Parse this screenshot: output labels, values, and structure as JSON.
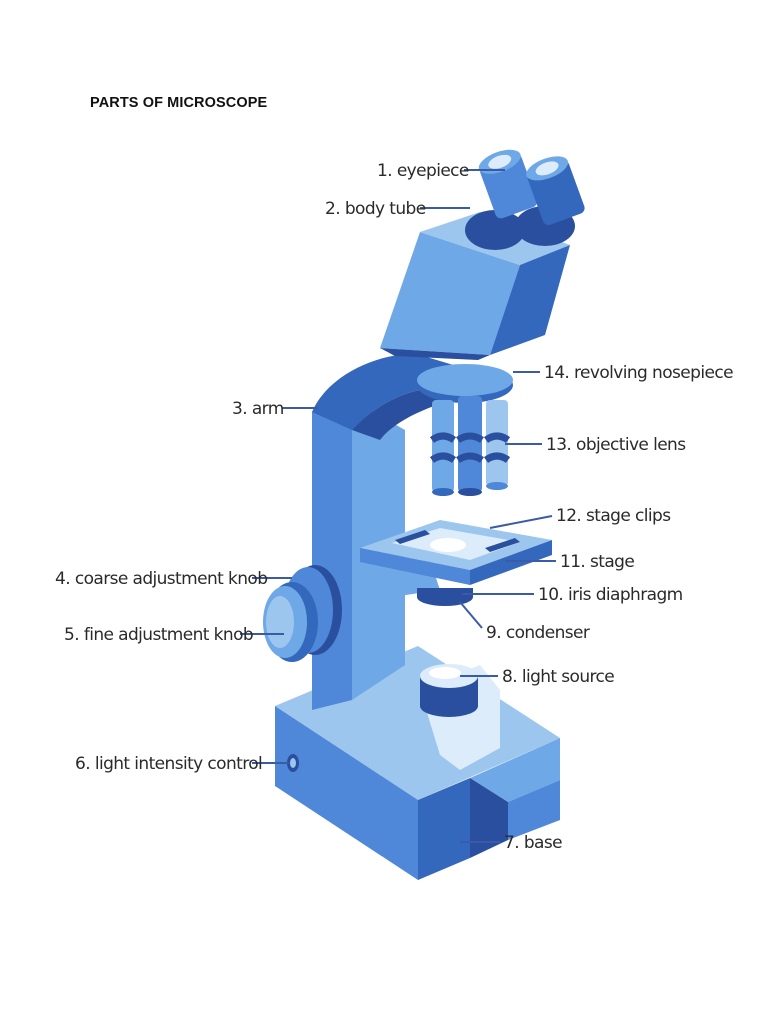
{
  "title": "PARTS OF MICROSCOPE",
  "colors": {
    "light": "#9cc6ee",
    "mid": "#6fa8e6",
    "main": "#4f88d8",
    "dark": "#3468bd",
    "darker": "#2a4f9e",
    "pale": "#dcecfa",
    "leader": "#3b5aa8"
  },
  "labels": {
    "eyepiece": "1. eyepiece",
    "body_tube": "2. body tube",
    "arm": "3. arm",
    "coarse_knob": "4. coarse adjustment knob",
    "fine_knob": "5. fine adjustment knob",
    "light_control": "6. light intensity control",
    "base": "7. base",
    "light_source": "8. light source",
    "condenser": "9. condenser",
    "iris": "10. iris diaphragm",
    "stage": "11. stage",
    "stage_clips": "12. stage clips",
    "objective": "13. objective lens",
    "nosepiece": "14. revolving nosepiece"
  }
}
